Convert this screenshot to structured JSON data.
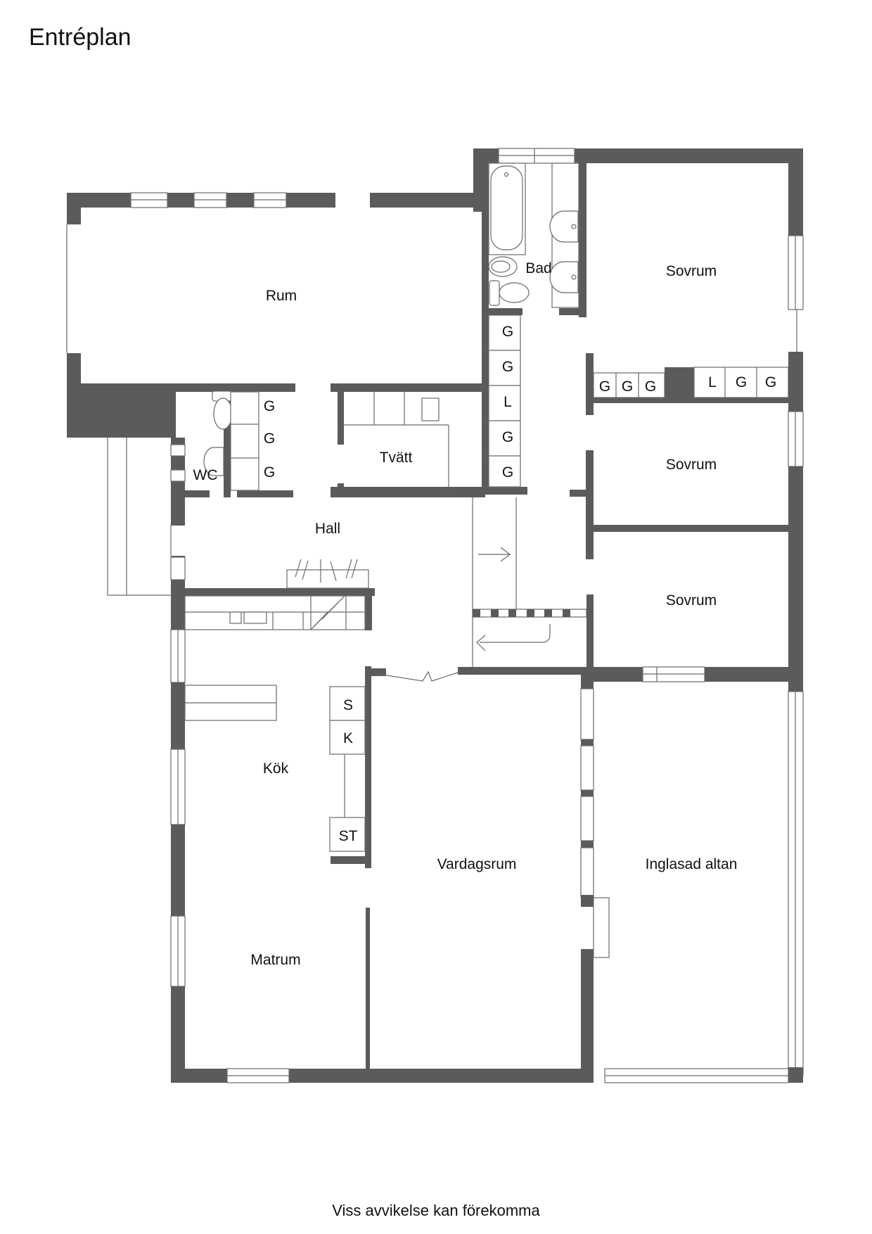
{
  "title": "Entréplan",
  "footer": "Viss avvikelse kan förekomma",
  "colors": {
    "wall": "#5b5b5b",
    "line": "#6a6a6a",
    "background": "#ffffff"
  },
  "rooms": {
    "rum": "Rum",
    "bad": "Bad",
    "sovrum1": "Sovrum",
    "sovrum2": "Sovrum",
    "sovrum3": "Sovrum",
    "wc": "WC",
    "tvatt": "Tvätt",
    "hall": "Hall",
    "kok": "Kök",
    "matrum": "Matrum",
    "vardagsrum": "Vardagsrum",
    "inglasad_altan": "Inglasad altan"
  },
  "cabinets": {
    "wc_closet": [
      "G",
      "G",
      "G"
    ],
    "hall_closet": [
      "G",
      "G",
      "L",
      "G",
      "G"
    ],
    "corridor_left": [
      "G",
      "G",
      "G"
    ],
    "corridor_right": [
      "L",
      "G",
      "G"
    ],
    "kitchen": [
      "S",
      "K",
      "ST"
    ]
  }
}
